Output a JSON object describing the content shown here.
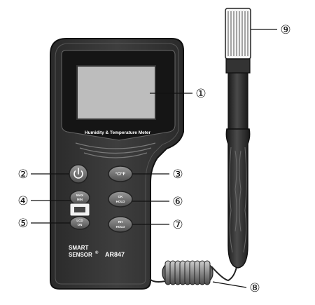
{
  "device": {
    "screen_caption": "Humidity & Temperature Meter",
    "brand_line1": "SMART",
    "brand_line2": "SENSOR",
    "brand_mark": "®",
    "model": "AR847"
  },
  "buttons": {
    "power_icon": "power-icon",
    "unit_label": "°C/°F",
    "max_min_label_1": "MAX",
    "max_min_label_2": "MIN",
    "lcd_label_1": "LCD",
    "lcd_label_2": "ON",
    "ok_hold_label_1": "OK",
    "ok_hold_label_2": "HOLD",
    "rh_hold_label_1": "RH",
    "rh_hold_label_2": "HOLD"
  },
  "callouts": [
    "①",
    "②",
    "③",
    "④",
    "⑤",
    "⑥",
    "⑦",
    "⑧",
    "⑨"
  ]
}
